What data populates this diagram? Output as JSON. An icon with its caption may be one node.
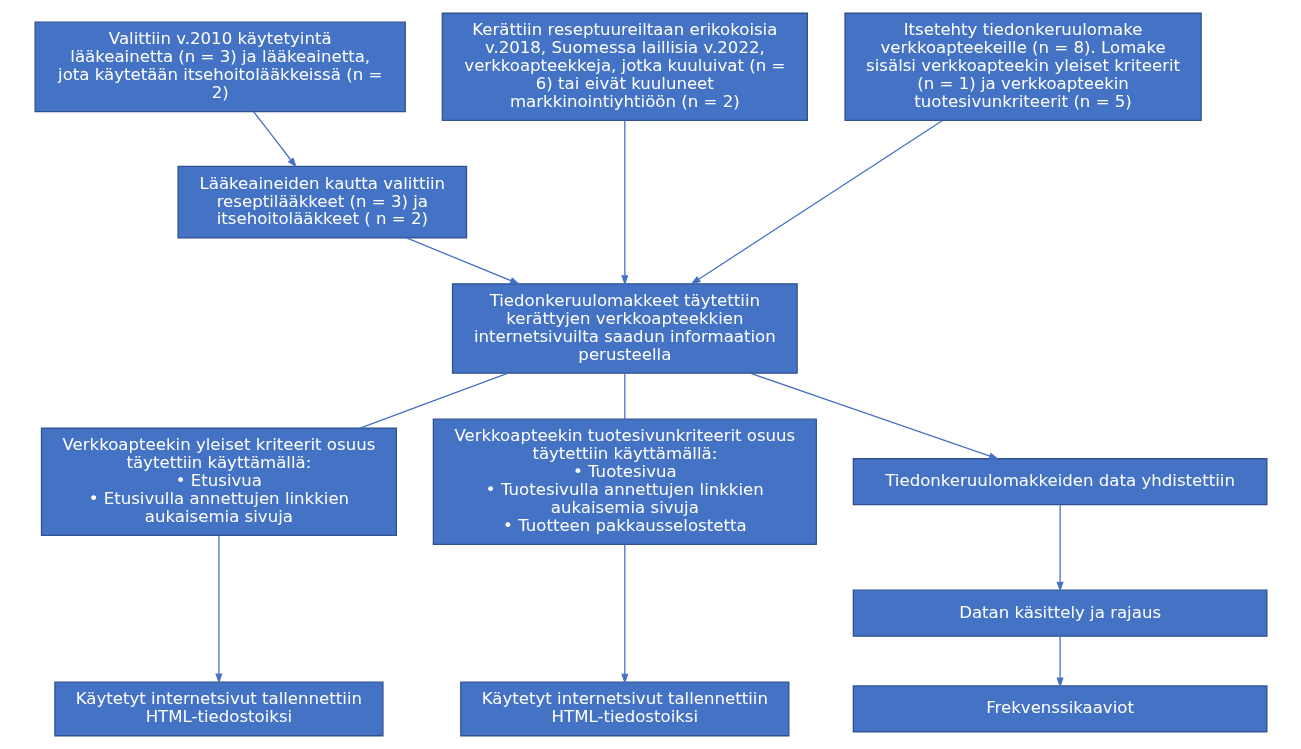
{
  "diagram": {
    "nodes": [
      {
        "text": [
          "Valittiin v.2010 käytetyintä lääkeainetta (n = 3) ja lääkeainetta, jota käytetään itsehoitolääkkeissä (n = 2)"
        ]
      },
      {
        "text": [
          "Kerättiin reseptuureiltaan erikokoisia v.2018, Suomessa laillisia v.2022, verkkoapteekkeja, jotka kuuluivat (n = 6) tai eivät kuuluneet markkinointiyhtiöön (n = 2)"
        ]
      },
      {
        "text": [
          "Itsetehty tiedonkeruulomake verkkoapteekeille (n = 8). Lomake sisälsi verkkoapteekin yleiset kriteerit (n = 1) ja verkkoapteekin tuotesivunkriteerit (n = 5)"
        ]
      },
      {
        "text": [
          "Lääkeaineiden kautta valittiin reseptilääkkeet (n = 3) ja itsehoitolääkkeet ( n = 2)"
        ]
      },
      {
        "text": [
          "Tiedonkeruulomakkeet täytettiin kerättyjen verkkoapteekkien internetsivuilta saadun informaation perusteella"
        ]
      },
      {
        "text": [
          "Verkkoapteekin yleiset kriteerit osuus täytettiin käyttämällä:",
          "• Etusivua",
          "• Etusivulla annettujen linkkien aukaisemia sivuja"
        ]
      },
      {
        "text": [
          "Verkkoapteekin tuotesivunkriteerit osuus täytettiin käyttämällä:",
          "• Tuotesivua",
          "• Tuotesivulla annettujen linkkien aukaisemia sivuja",
          "• Tuotteen pakkausselostetta"
        ]
      },
      {
        "text": [
          "Tiedonkeruulomakkeiden data yhdistettiin"
        ]
      },
      {
        "text": [
          "Datan käsittely ja rajaus"
        ]
      },
      {
        "text": [
          "Käytetyt internetsivut tallennettiin HTML-tiedostoiksi"
        ]
      },
      {
        "text": [
          "Frekvenssikaaviot"
        ]
      },
      {
        "text": [
          "Käytetyt internetsivut tallennettiin HTML-tiedostoiksi"
        ]
      }
    ],
    "edges": [
      {
        "from": 0,
        "to": 3,
        "arrow": "to"
      },
      {
        "from": 1,
        "to": 4,
        "arrow": "to"
      },
      {
        "from": 2,
        "to": 4,
        "arrow": "to"
      },
      {
        "from": 3,
        "to": 4,
        "arrow": "to"
      },
      {
        "from": 4,
        "to": 5,
        "arrow": "none"
      },
      {
        "from": 4,
        "to": 7,
        "arrow": "to"
      },
      {
        "from": 4,
        "to": 6,
        "arrow": "none"
      },
      {
        "from": 7,
        "to": 8,
        "arrow": "to"
      },
      {
        "from": 5,
        "to": 9,
        "arrow": "to"
      },
      {
        "from": 8,
        "to": 10,
        "arrow": "to"
      },
      {
        "from": 6,
        "to": 11,
        "arrow": "to"
      }
    ]
  }
}
